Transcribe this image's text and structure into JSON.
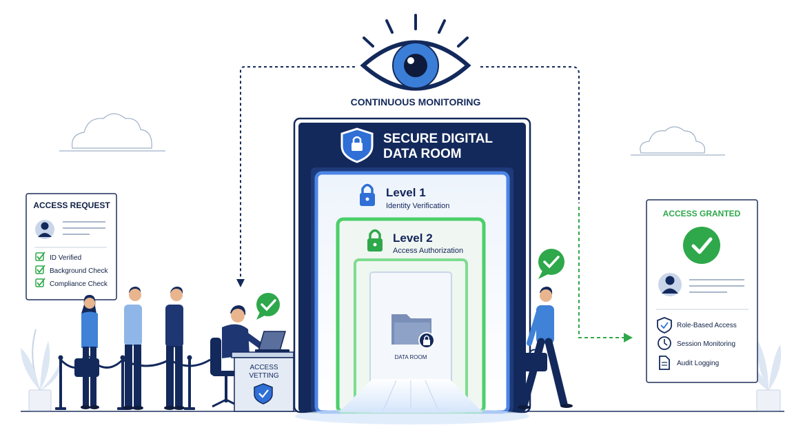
{
  "monitoring": {
    "label": "CONTINUOUS MONITORING"
  },
  "data_room": {
    "title_line1": "SECURE DIGITAL",
    "title_line2": "DATA ROOM",
    "levels": [
      {
        "title": "Level 1",
        "subtitle": "Identity Verification"
      },
      {
        "title": "Level 2",
        "subtitle": "Access Authorization"
      }
    ],
    "inner_label": "DATA ROOM"
  },
  "access_request": {
    "title": "ACCESS REQUEST",
    "checks": [
      "ID Verified",
      "Background Check",
      "Compliance Check"
    ]
  },
  "vetting_desk": {
    "line1": "ACCESS",
    "line2": "VETTING"
  },
  "access_granted": {
    "title": "ACCESS GRANTED",
    "features": [
      {
        "icon": "shield-check-icon",
        "label": "Role-Based Access"
      },
      {
        "icon": "clock-icon",
        "label": "Session Monitoring"
      },
      {
        "icon": "document-icon",
        "label": "Audit Logging"
      }
    ]
  },
  "colors": {
    "navy": "#13295b",
    "blue": "#3d7ad9",
    "green": "#2ea84a",
    "light_blue": "#cfe0f7",
    "line": "#1d2f5c"
  }
}
